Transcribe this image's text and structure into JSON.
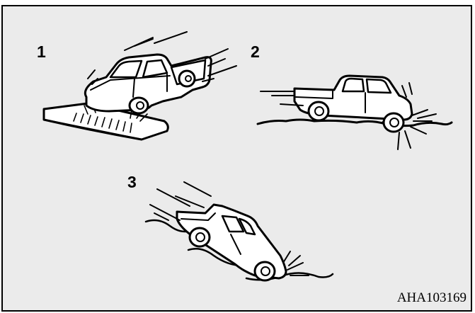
{
  "figure": {
    "labels": [
      "1",
      "2",
      "3"
    ],
    "code": "AHA103169",
    "colors": {
      "background": "#ebebeb",
      "border": "#000000",
      "line": "#000000",
      "fill": "#ffffff"
    }
  }
}
